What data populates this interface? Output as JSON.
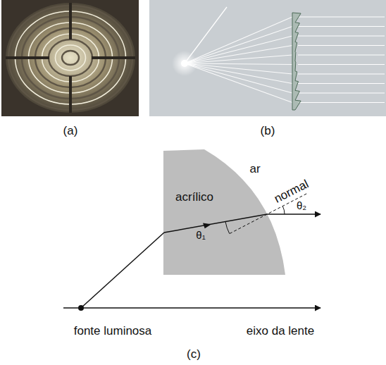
{
  "diagram": {
    "labels": [
      "(a)",
      "(b)",
      "ar",
      "acrílico",
      "normal",
      "θ₂",
      "θ₁",
      "fonte luminosa",
      "eixo da lente",
      "(c)"
    ]
  }
}
